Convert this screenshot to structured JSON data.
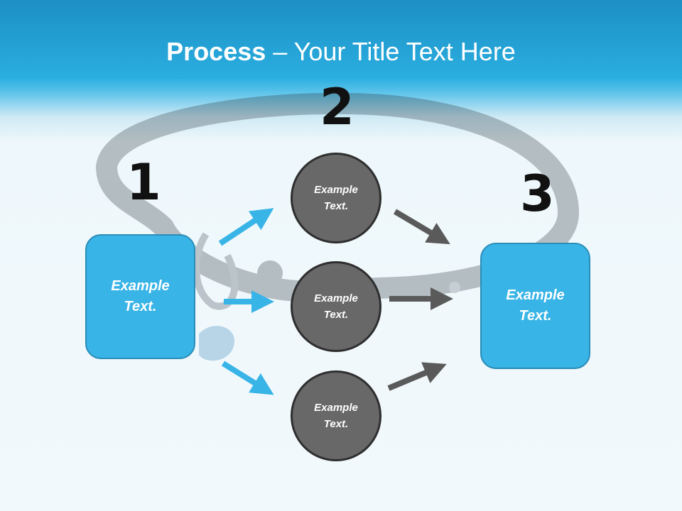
{
  "title": {
    "bold": "Process",
    "dash": " – ",
    "rest": "Your Title Text Here"
  },
  "steps": [
    {
      "number": "1"
    },
    {
      "number": "2"
    },
    {
      "number": "3"
    }
  ],
  "boxes": [
    {
      "line1": "Example",
      "line2": "Text."
    },
    {
      "line1": "Example",
      "line2": "Text."
    }
  ],
  "circles": [
    {
      "line1": "Example",
      "line2": "Text."
    },
    {
      "line1": "Example",
      "line2": "Text."
    },
    {
      "line1": "Example",
      "line2": "Text."
    }
  ],
  "colors": {
    "blue": "#38b4e6",
    "gray": "#686868",
    "arrow_blue": "#38b4e6",
    "arrow_gray": "#5a5a5a"
  }
}
